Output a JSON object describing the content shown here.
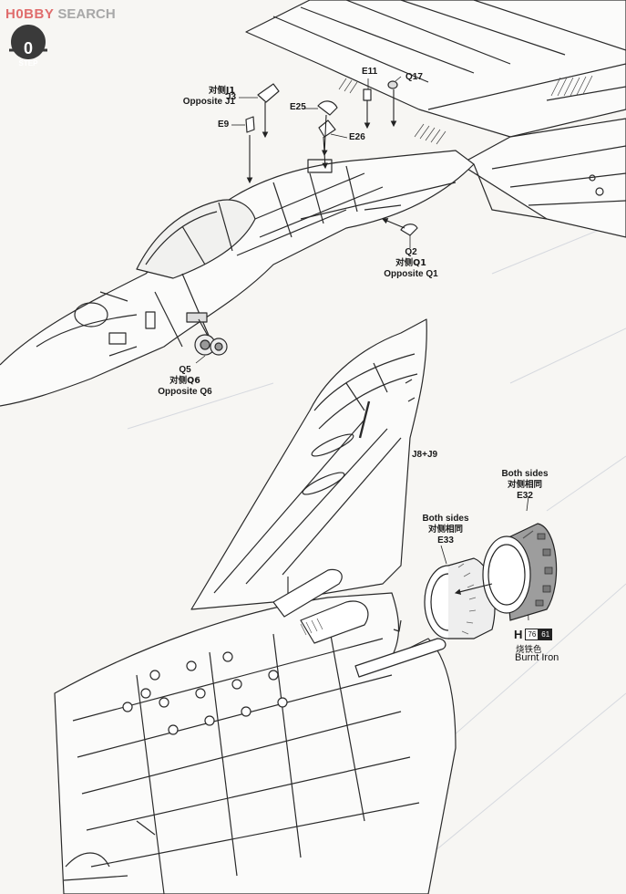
{
  "brand": {
    "mark": "H0BBY",
    "word": "SEARCH"
  },
  "step": {
    "word": "STEP",
    "number": "0"
  },
  "callouts": {
    "j1": {
      "cn": "对侧J1",
      "en": "Opposite J1"
    },
    "j3": "J3",
    "e9": "E9",
    "e25": "E25",
    "e26": "E26",
    "e11": "E11",
    "q17": "Q17",
    "q2": {
      "code": "Q2",
      "cn": "对侧Q1",
      "en": "Opposite Q1"
    },
    "q5": {
      "code": "Q5",
      "cn": "对侧Q6",
      "en": "Opposite Q6"
    },
    "j8j9": "J8+J9",
    "e32": {
      "en": "Both sides",
      "cn": "对侧相同",
      "code": "E32"
    },
    "e33": {
      "en": "Both sides",
      "cn": "对侧相同",
      "code": "E33"
    }
  },
  "paint": {
    "letter": "H",
    "code_a": "76",
    "code_b": "61",
    "name_cn": "烧铁色",
    "name_en": "Burnt Iron",
    "chip_b_color": "#222222"
  }
}
